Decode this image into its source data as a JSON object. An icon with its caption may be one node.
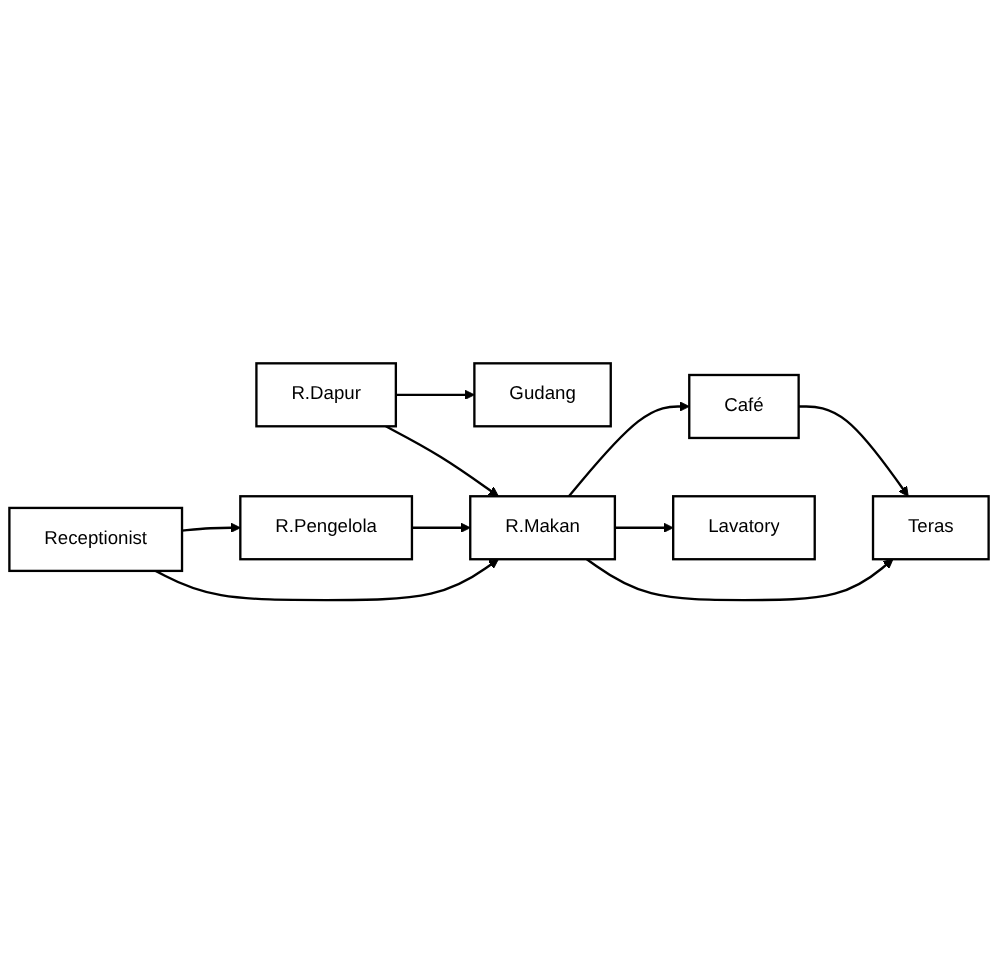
{
  "diagram": {
    "nodes": [
      {
        "text": [
          "R.Dapur"
        ]
      },
      {
        "text": [
          "Gudang"
        ]
      },
      {
        "text": [
          "R.Pengelola"
        ]
      },
      {
        "text": [
          "R.Makan"
        ]
      },
      {
        "text": [
          "Café"
        ]
      },
      {
        "text": [
          "Receptionist"
        ]
      },
      {
        "text": [
          "Teras"
        ]
      },
      {
        "text": [
          "Lavatory"
        ]
      }
    ],
    "edges": [
      {
        "from": 0,
        "to": 1,
        "arrow": "to"
      },
      {
        "from": 0,
        "to": 3,
        "arrow": "to"
      },
      {
        "from": 2,
        "to": 3,
        "arrow": "to"
      },
      {
        "from": 5,
        "to": 2,
        "arrow": "to"
      },
      {
        "from": 5,
        "to": 3,
        "arrow": "to"
      },
      {
        "from": 3,
        "to": 4,
        "arrow": "to"
      },
      {
        "from": 4,
        "to": 6,
        "arrow": "to"
      },
      {
        "from": 3,
        "to": 6,
        "arrow": "to"
      },
      {
        "from": 3,
        "to": 7,
        "arrow": "to"
      }
    ]
  }
}
